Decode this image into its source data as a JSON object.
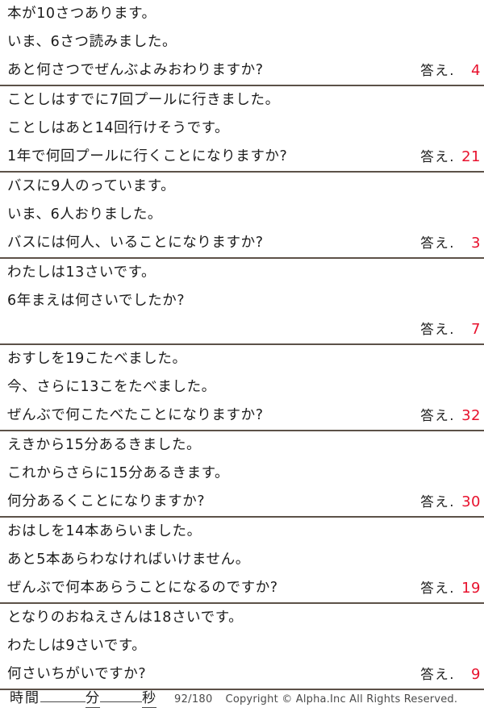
{
  "worksheet": {
    "answer_label": "答え.",
    "answer_color": "#e8112d",
    "rule_color": "#5c5148",
    "problems": [
      {
        "id": 1,
        "lines": [
          "本が10さつあります。",
          "いま、6さつ読みました。",
          "あと何さつでぜんぶよみおわりますか?"
        ],
        "answer_on_line": 3,
        "answer": "4"
      },
      {
        "id": 2,
        "lines": [
          "ことしはすでに7回プールに行きました。",
          "ことしはあと14回行けそうです。",
          "1年で何回プールに行くことになりますか?"
        ],
        "answer_on_line": 3,
        "answer": "21"
      },
      {
        "id": 3,
        "lines": [
          "バスに9人のっています。",
          "いま、6人おりました。",
          "バスには何人、いることになりますか?"
        ],
        "answer_on_line": 3,
        "answer": "3"
      },
      {
        "id": 4,
        "lines": [
          "わたしは13さいです。",
          "6年まえは何さいでしたか?",
          ""
        ],
        "answer_on_line": 3,
        "answer": "7"
      },
      {
        "id": 5,
        "lines": [
          "おすしを19こたべました。",
          "今、さらに13こをたべました。",
          "ぜんぶで何こたべたことになりますか?"
        ],
        "answer_on_line": 3,
        "answer": "32"
      },
      {
        "id": 6,
        "lines": [
          "えきから15分あるきました。",
          "これからさらに15分あるきます。",
          "何分あるくことになりますか?"
        ],
        "answer_on_line": 3,
        "answer": "30"
      },
      {
        "id": 7,
        "lines": [
          "おはしを14本あらいました。",
          "あと5本あらわなければいけません。",
          "ぜんぶで何本あらうことになるのですか?"
        ],
        "answer_on_line": 3,
        "answer": "19"
      },
      {
        "id": 8,
        "lines": [
          "となりのおねえさんは18さいです。",
          "わたしは9さいです。",
          "何さいちがいですか?"
        ],
        "answer_on_line": 3,
        "answer": "9"
      }
    ]
  },
  "footer": {
    "time_label": "時間",
    "minutes_unit": "分",
    "seconds_unit": "秒",
    "page_number": "92/180",
    "copyright": "Copyright ©  Alpha.Inc All Rights Reserved."
  }
}
